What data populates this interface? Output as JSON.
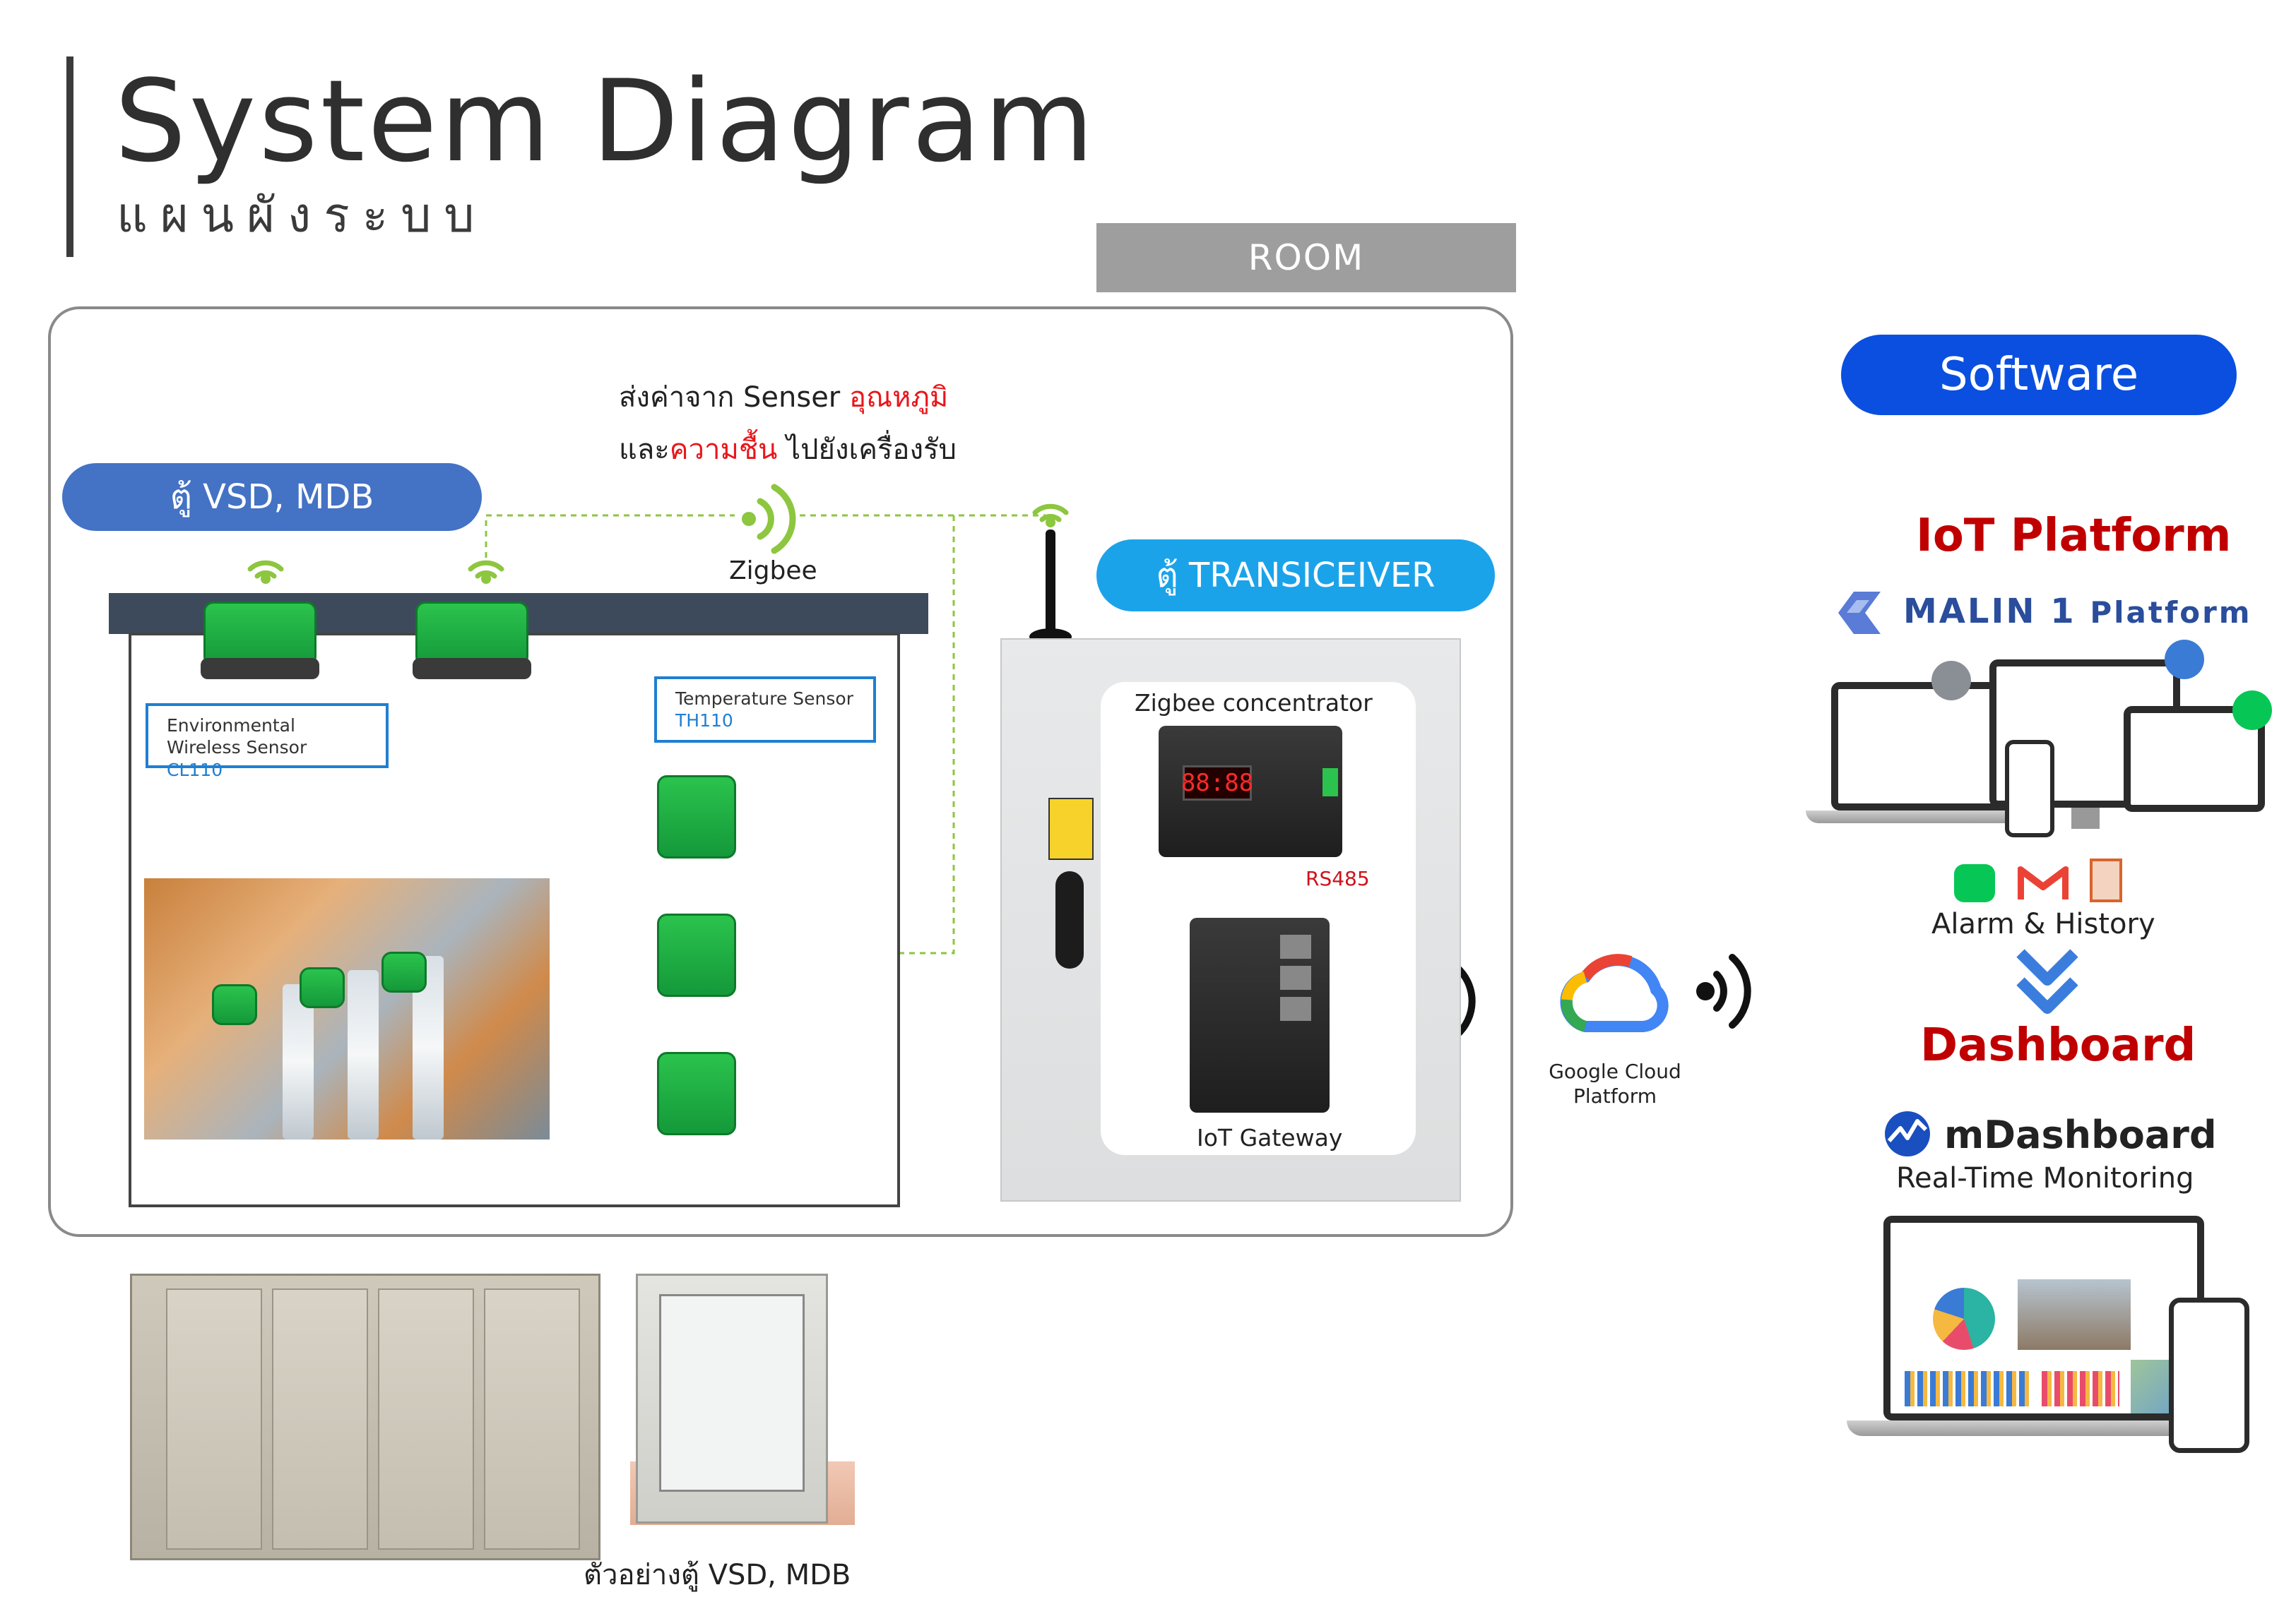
{
  "header": {
    "title": "System Diagram",
    "subtitle": "แผนผังระบบ"
  },
  "room": {
    "label": "ROOM"
  },
  "vsd_section": {
    "pill": "ตู้ VSD, MDB",
    "note_line1_a": "ส่งค่าจาก Senser ",
    "note_line1_b": "อุณหภูมิ",
    "note_line2_a": "และ",
    "note_line2_b": "ความชื้น",
    "note_line2_c": " ไปยังเครื่องรับ",
    "zigbee": "Zigbee",
    "env_sensor_line1": "Environmental",
    "env_sensor_line2": "Wireless Sensor ",
    "env_sensor_model": "CL110",
    "temp_sensor_line1": "Temperature Sensor",
    "temp_sensor_model": "TH110"
  },
  "transceiver": {
    "pill": "ตู้ TRANSICEIVER",
    "concentrator": "Zigbee concentrator",
    "rs485": "RS485",
    "gateway": "IoT Gateway",
    "display": "88:88"
  },
  "cloud": {
    "line1": "Google Cloud",
    "line2": "Platform"
  },
  "software": {
    "pill": "Software",
    "iot_platform": "IoT Platform",
    "malin": "MALIN 1",
    "malin_suffix": "Platform",
    "alarm": "Alarm & History",
    "dashboard": "Dashboard",
    "mdashboard": "mDashboard",
    "monitoring": "Real-Time Monitoring"
  },
  "footer": {
    "caption": "ตัวอย่างตู้ VSD, MDB"
  },
  "colors": {
    "room_tab": "#9e9e9e",
    "vsd_pill": "#4472c4",
    "transceiver_pill": "#1ba3ea",
    "software_pill": "#0a4fe0",
    "accent_red": "#e8171c",
    "heading_red": "#c00000",
    "zigbee_green": "#8dc63f",
    "label_blue": "#1f7fd1"
  }
}
